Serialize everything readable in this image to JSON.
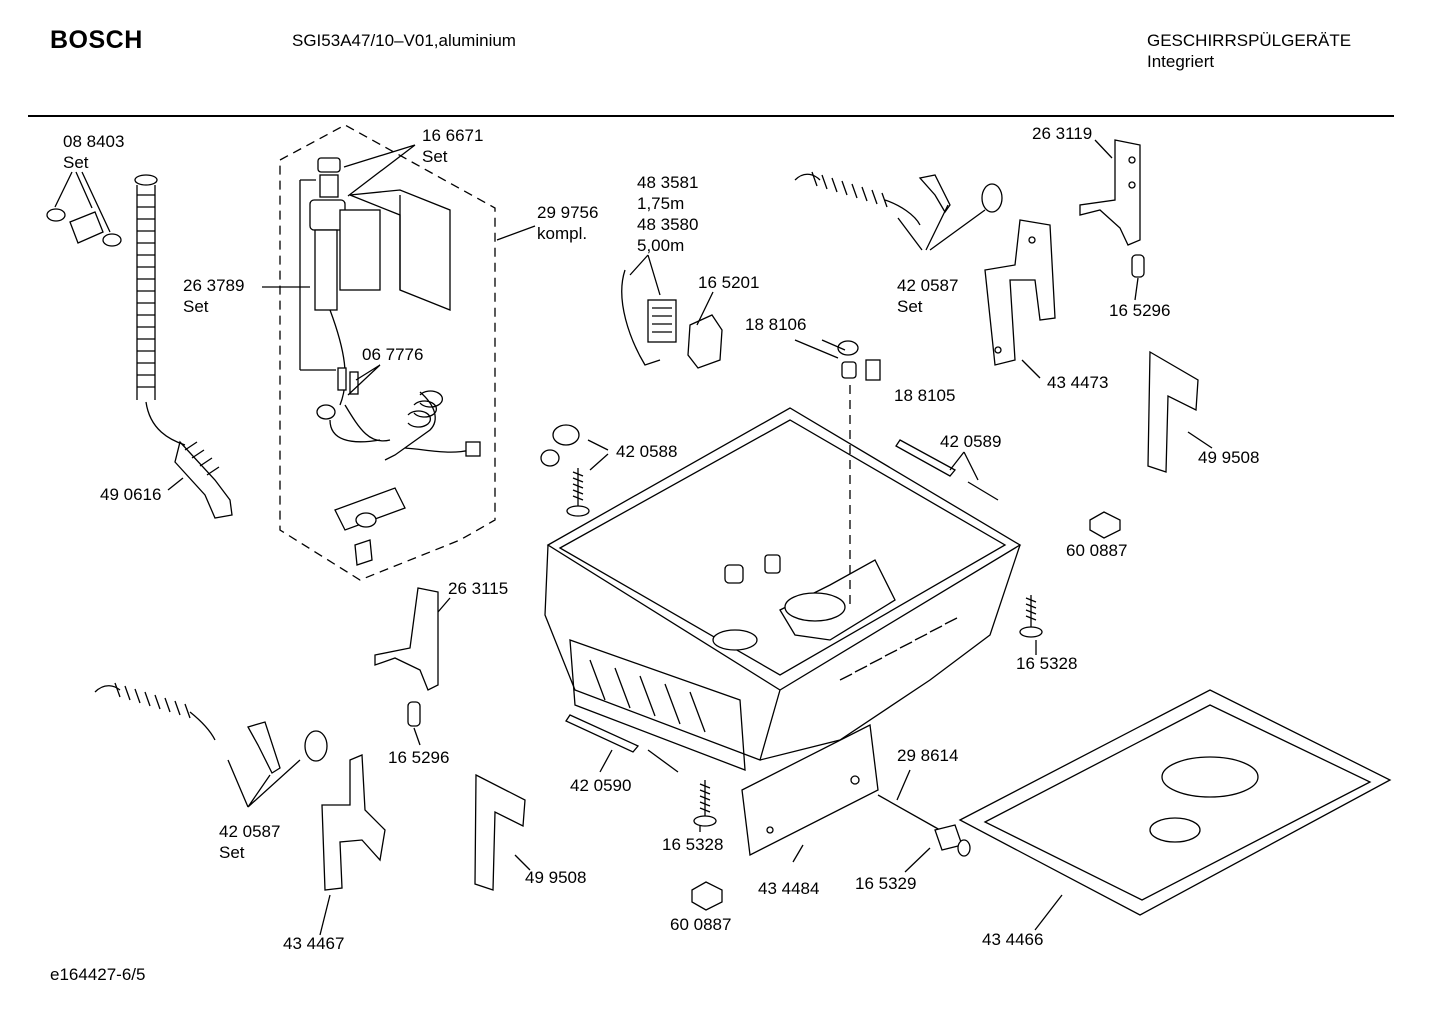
{
  "header": {
    "brand": "BOSCH",
    "model": "SGI53A47/10–V01,aluminium",
    "category": "GESCHIRRSPÜLGERÄTE",
    "subcategory": "Integriert"
  },
  "footer": {
    "code": "e164427-6/5"
  },
  "labels": [
    {
      "id": "l1",
      "lines": [
        "08 8403",
        "Set"
      ]
    },
    {
      "id": "l2",
      "lines": [
        "16 6671",
        "Set"
      ]
    },
    {
      "id": "l3",
      "lines": [
        "29 9756",
        "kompl."
      ]
    },
    {
      "id": "l4",
      "lines": [
        "26 3789",
        "Set"
      ]
    },
    {
      "id": "l5",
      "lines": [
        "06 7776"
      ]
    },
    {
      "id": "l6",
      "lines": [
        "49 0616"
      ]
    },
    {
      "id": "l7",
      "lines": [
        "48 3581",
        "1,75m",
        "48 3580",
        "5,00m"
      ]
    },
    {
      "id": "l8",
      "lines": [
        "16 5201"
      ]
    },
    {
      "id": "l9",
      "lines": [
        "18 8106"
      ]
    },
    {
      "id": "l10",
      "lines": [
        "18 8105"
      ]
    },
    {
      "id": "l11",
      "lines": [
        "42 0587",
        "Set"
      ]
    },
    {
      "id": "l12",
      "lines": [
        "26 3119"
      ]
    },
    {
      "id": "l13",
      "lines": [
        "16 5296"
      ]
    },
    {
      "id": "l14",
      "lines": [
        "43 4473"
      ]
    },
    {
      "id": "l15",
      "lines": [
        "42 0588"
      ]
    },
    {
      "id": "l16",
      "lines": [
        "42 0589"
      ]
    },
    {
      "id": "l17",
      "lines": [
        "49 9508"
      ]
    },
    {
      "id": "l18",
      "lines": [
        "60 0887"
      ]
    },
    {
      "id": "l19",
      "lines": [
        "26 3115"
      ]
    },
    {
      "id": "l20",
      "lines": [
        "16 5328"
      ]
    },
    {
      "id": "l21",
      "lines": [
        "16 5296"
      ]
    },
    {
      "id": "l22",
      "lines": [
        "42 0587",
        "Set"
      ]
    },
    {
      "id": "l23",
      "lines": [
        "42 0590"
      ]
    },
    {
      "id": "l24",
      "lines": [
        "29 8614"
      ]
    },
    {
      "id": "l25",
      "lines": [
        "16 5328"
      ]
    },
    {
      "id": "l26",
      "lines": [
        "49 9508"
      ]
    },
    {
      "id": "l27",
      "lines": [
        "43 4484"
      ]
    },
    {
      "id": "l28",
      "lines": [
        "16 5329"
      ]
    },
    {
      "id": "l29",
      "lines": [
        "60 0887"
      ]
    },
    {
      "id": "l30",
      "lines": [
        "43 4467"
      ]
    },
    {
      "id": "l31",
      "lines": [
        "43 4466"
      ]
    }
  ]
}
